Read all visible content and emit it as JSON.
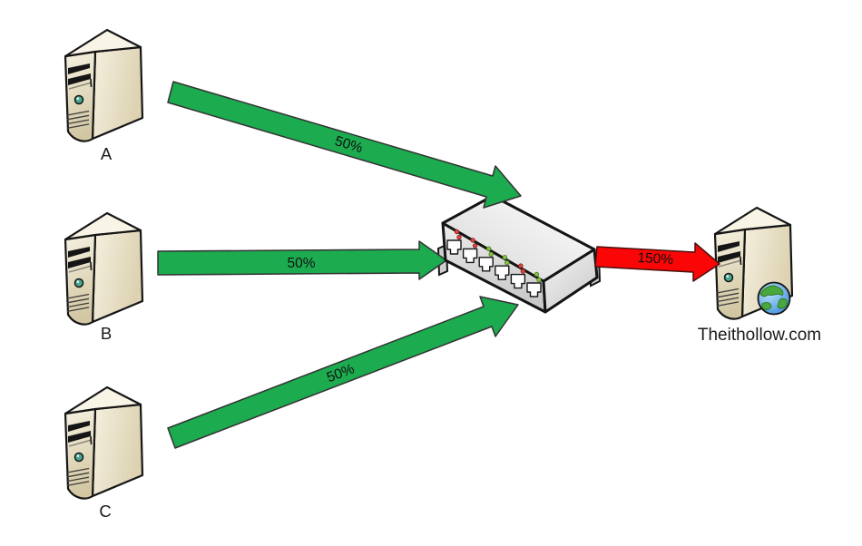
{
  "diagram": {
    "background_color": "#ffffff",
    "nodes": {
      "server_a": {
        "label": "A",
        "icon": "tower-server-icon"
      },
      "server_b": {
        "label": "B",
        "icon": "tower-server-icon"
      },
      "server_c": {
        "label": "C",
        "icon": "tower-server-icon"
      },
      "switch": {
        "icon": "ethernet-switch-icon",
        "visible_ports": 6
      },
      "web_server": {
        "label": "Theithollow.com",
        "icon": "web-server-globe-icon"
      }
    },
    "flows": {
      "a_to_switch": {
        "from": "A",
        "to": "switch",
        "label": "50%",
        "color": "#1cab4f"
      },
      "b_to_switch": {
        "from": "B",
        "to": "switch",
        "label": "50%",
        "color": "#1cab4f"
      },
      "c_to_switch": {
        "from": "C",
        "to": "switch",
        "label": "50%",
        "color": "#1cab4f"
      },
      "switch_to_web": {
        "from": "switch",
        "to": "Theithollow.com",
        "label": "150%",
        "color": "#fb0606"
      }
    },
    "colors": {
      "normal_flow_green": "#1cab4f",
      "oversubscribed_flow_red": "#fb0606",
      "label_text": "#1a1a1a"
    }
  }
}
